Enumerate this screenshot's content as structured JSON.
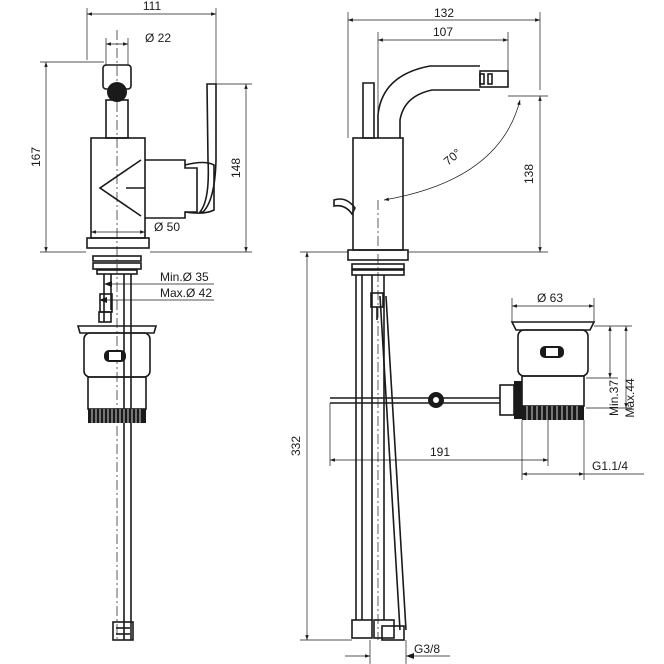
{
  "dimensions": {
    "overall_width_front": "111",
    "spout_diameter": "Ø 22",
    "height_front": "167",
    "height_lever": "148",
    "body_diameter": "Ø 50",
    "hole_min": "Min.Ø 35",
    "hole_max": "Max.Ø 42",
    "overall_width_side": "132",
    "reach": "107",
    "swivel_angle": "70°",
    "height_side": "138",
    "total_height": "332",
    "waste_distance": "191",
    "waste_diameter": "Ø 63",
    "waste_min": "Min.37",
    "waste_max": "Max.44",
    "waste_thread": "G1.1/4",
    "hose_thread": "G3/8"
  }
}
